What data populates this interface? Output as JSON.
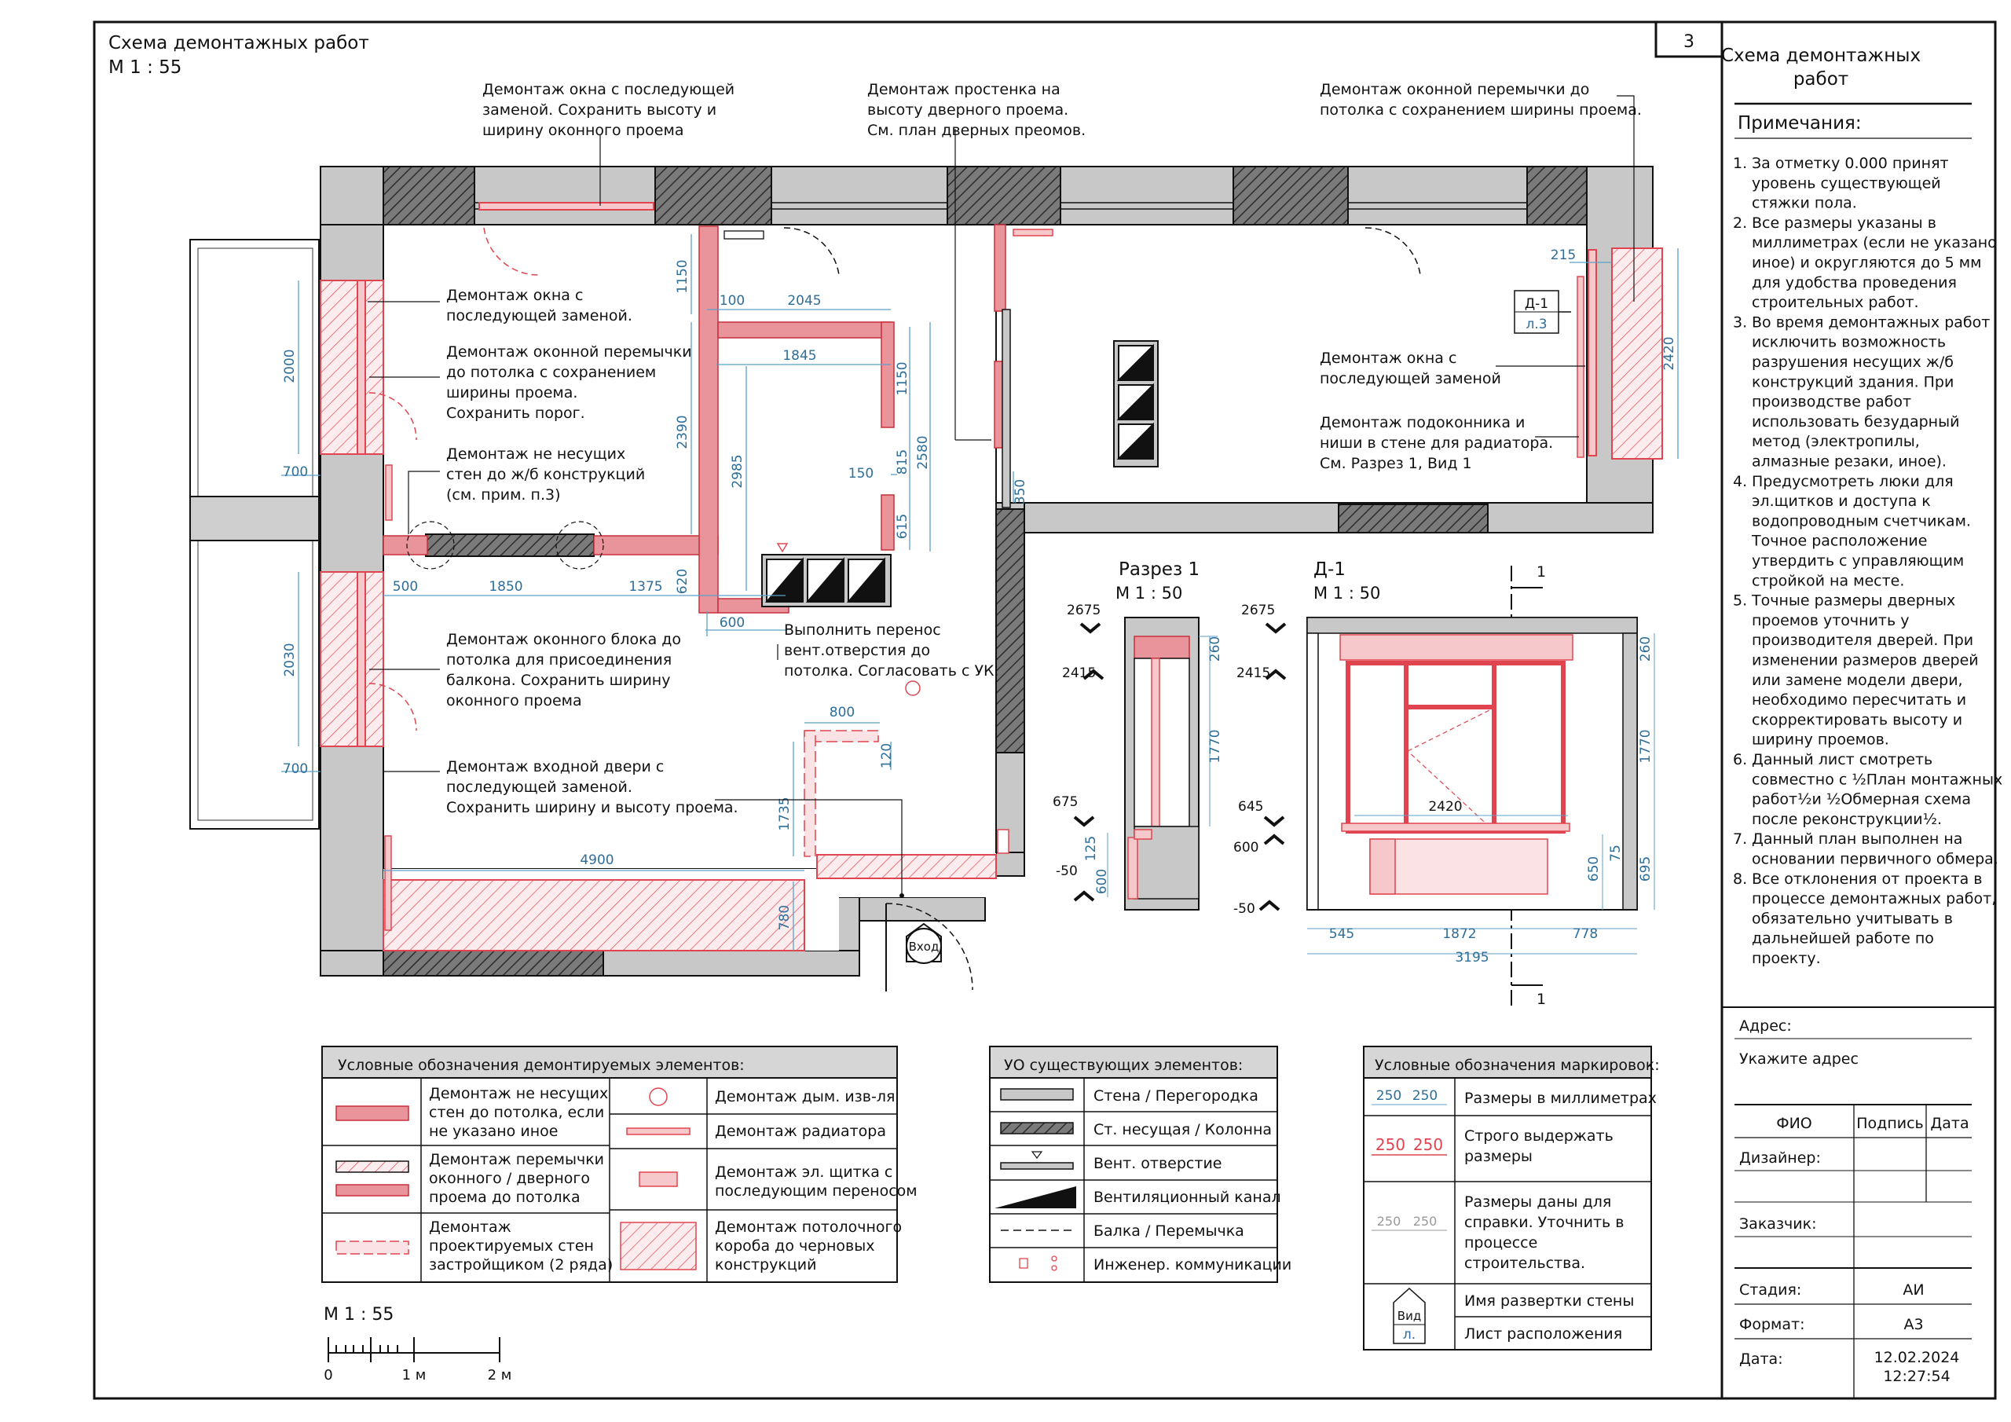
{
  "sheet": {
    "title": "Схема демонтажных работ",
    "scale": "М  1 : 55",
    "page_number": "3"
  },
  "callouts": [
    {
      "lines": [
        "Демонтаж окна с последующей",
        "заменой. Сохранить высоту и",
        "ширину оконного проема"
      ]
    },
    {
      "lines": [
        "Демонтаж простенка на",
        "высоту дверного проема.",
        "См. план дверных преомов."
      ]
    },
    {
      "lines": [
        "Демонтаж оконной перемычки до",
        "потолка с сохранением ширины проема."
      ]
    },
    {
      "lines": [
        "Демонтаж окна с",
        "последующей заменой."
      ]
    },
    {
      "lines": [
        "Демонтаж оконной перемычки",
        "до потолка с сохранением",
        "ширины проема.",
        "Сохранить порог."
      ]
    },
    {
      "lines": [
        "Демонтаж не несущих",
        "стен до ж/б конструкций",
        "(см. прим. п.3)"
      ]
    },
    {
      "lines": [
        "Демонтаж оконного блока до",
        "потолка для присоединения",
        "балкона. Сохранить ширину",
        "оконного проема"
      ]
    },
    {
      "lines": [
        "Демонтаж входной двери с",
        "последующей заменой.",
        "Сохранить ширину и высоту проема."
      ]
    },
    {
      "lines": [
        "Выполнить перенос",
        "вент.отверстия до",
        "потолка. Согласовать с УК."
      ]
    },
    {
      "lines": [
        "Демонтаж окна с",
        "последующей заменой"
      ]
    },
    {
      "lines": [
        "Демонтаж подоконника и",
        "ниши в стене для радиатора.",
        "См. Разрез 1, Вид 1"
      ]
    }
  ],
  "dimensions": {
    "d1150a": "1150",
    "d100": "100",
    "d2045": "2045",
    "d1845": "1845",
    "d1150b": "1150",
    "d2390": "2390",
    "d2985": "2985",
    "d2580": "2580",
    "d815": "815",
    "d150": "150",
    "d615": "615",
    "d620": "620",
    "d600": "600",
    "d350": "350",
    "d2000": "2000",
    "d700a": "700",
    "d500": "500",
    "d1850": "1850",
    "d1375": "1375",
    "d2030": "2030",
    "d700b": "700",
    "d800": "800",
    "d120": "120",
    "d1735": "1735",
    "d4900": "4900",
    "d780": "780",
    "d215": "215",
    "d2420": "2420",
    "entrance": "Вход",
    "d1_tag": "Д-1",
    "d1_sheet": "л.3"
  },
  "section": {
    "title": "Разрез 1",
    "scale": "М   1 : 50",
    "l2675": "2675",
    "l2415": "2415",
    "l675": "675",
    "lm50": "-50",
    "d260": "260",
    "d1770": "1770",
    "d125": "125",
    "d600": "600"
  },
  "view": {
    "title": "Д-1",
    "scale": "М   1 : 50",
    "cut": "1",
    "l2675": "2675",
    "l2415": "2415",
    "l645": "645",
    "l600": "600",
    "lm50": "-50",
    "d260": "260",
    "d1770": "1770",
    "d650": "650",
    "d75": "75",
    "d695": "695",
    "d2420": "2420",
    "d545": "545",
    "d1872": "1872",
    "d778": "778",
    "d3195": "3195"
  },
  "legend_demolition": {
    "title": "Условные обозначения демонтируемых элементов:",
    "items": [
      {
        "lines": [
          "Демонтаж не несущих",
          "стен до потолка, если",
          "не указано иное"
        ]
      },
      {
        "lines": [
          "Демонтаж перемычки",
          "оконного / дверного",
          "проема до потолка"
        ]
      },
      {
        "lines": [
          "Демонтаж",
          "проектируемых стен",
          "застройщиком (2 ряда)"
        ]
      },
      {
        "lines": [
          "Демонтаж дым. изв-ля"
        ]
      },
      {
        "lines": [
          "Демонтаж радиатора"
        ]
      },
      {
        "lines": [
          "Демонтаж эл. щитка с",
          "последующим переносом"
        ]
      },
      {
        "lines": [
          "Демонтаж потолочного",
          "короба до черновых",
          "конструкций"
        ]
      }
    ]
  },
  "legend_existing": {
    "title": "УО существующих элементов:",
    "items": [
      "Стена / Перегородка",
      "Ст. несущая / Колонна",
      "Вент. отверстие",
      "Вентиляционный канал",
      "Балка / Перемычка",
      "Инженер. коммуникации"
    ]
  },
  "legend_markers": {
    "title": "Условные обозначения маркировок:",
    "sample": "250",
    "items": [
      {
        "lines": [
          "Размеры в миллиметрах"
        ]
      },
      {
        "lines": [
          "Строго выдержать",
          "размеры"
        ]
      },
      {
        "lines": [
          "Размеры даны для",
          "справки. Уточнить в",
          "процессе",
          "строительства."
        ]
      },
      {
        "lines": [
          "Имя развертки стены"
        ]
      },
      {
        "lines": [
          "Лист расположения"
        ]
      }
    ],
    "tag_top": "Вид",
    "tag_bottom": "л."
  },
  "scale_bar": {
    "label": "М   1 : 55",
    "ticks": [
      "0",
      "1 м",
      "2 м"
    ]
  },
  "title_block": {
    "name_lines": [
      "Схема демонтажных",
      "работ"
    ],
    "notes_title": "Примечания:",
    "notes": [
      {
        "n": "1.",
        "lines": [
          "За отметку 0.000 принят",
          "уровень существующей",
          "стяжки пола."
        ]
      },
      {
        "n": "2.",
        "lines": [
          "Все размеры указаны в",
          "миллиметрах (если не указано",
          "иное) и округляются до 5 мм",
          "для удобства проведения",
          "строительных работ."
        ]
      },
      {
        "n": "3.",
        "lines": [
          "Во время демонтажных работ",
          "исключить возможность",
          "разрушения несущих ж/б",
          "конструкций здания. При",
          "производстве работ",
          "использовать безударный",
          "метод (электропилы,",
          "алмазные резаки, иное)."
        ]
      },
      {
        "n": "4.",
        "lines": [
          "Предусмотреть люки для",
          "эл.щитков и доступа к",
          "водопроводным счетчикам.",
          "Точное расположение",
          "утвердить с управляющим",
          "стройкой на месте."
        ]
      },
      {
        "n": "5.",
        "lines": [
          "Точные размеры дверных",
          "проемов уточнить у",
          "производителя дверей. При",
          "изменении размеров дверей",
          "или замене модели двери,",
          "необходимо пересчитать и",
          "скорректировать высоту и",
          "ширину проемов."
        ]
      },
      {
        "n": "6.",
        "lines": [
          "Данный лист смотреть",
          "совместно с ½План монтажных",
          "работ½и ½Обмерная схема",
          "после реконструкции½."
        ]
      },
      {
        "n": "7.",
        "lines": [
          "Данный план выполнен на",
          "основании первичного обмера."
        ]
      },
      {
        "n": "8.",
        "lines": [
          "Все отклонения от проекта в",
          "процессе демонтажных работ,",
          "обязательно учитывать в",
          "дальнейшей работе по",
          "проекту."
        ]
      }
    ],
    "address_label": "Адрес:",
    "address_value": "Укажите адрес",
    "col_fio": "ФИО",
    "col_sign": "Подпись",
    "col_date": "Дата",
    "designer": "Дизайнер:",
    "customer": "Заказчик:",
    "stage_label": "Стадия:",
    "stage_value": "АИ",
    "format_label": "Формат:",
    "format_value": "А3",
    "date_label": "Дата:",
    "date_value": "12.02.2024",
    "time_value": "12:27:54"
  },
  "colors": {
    "demolition": "#e0454f",
    "demolition_fill": "#f6c8cc",
    "wall": "#c8c8c8",
    "bearing": "#5a5a5a",
    "dimension": "#2e6e99"
  }
}
